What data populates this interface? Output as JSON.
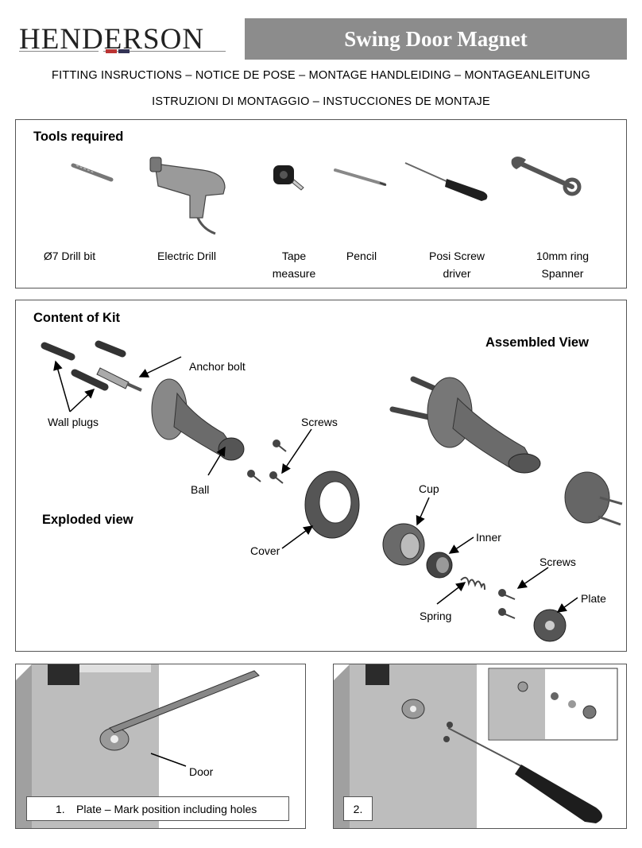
{
  "header": {
    "brand": "HENDERSON",
    "title": "Swing Door Magnet",
    "subtitle_line1": "FITTING INSRUCTIONS – NOTICE DE POSE – MONTAGE HANDLEIDING – MONTAGEANLEITUNG",
    "subtitle_line2": "ISTRUZIONI DI MONTAGGIO – INSTUCCIONES DE MONTAJE"
  },
  "tools": {
    "heading": "Tools required",
    "items": [
      {
        "label": "Ø7 Drill bit",
        "icon": "drill-bit-icon"
      },
      {
        "label": "Electric Drill",
        "icon": "electric-drill-icon"
      },
      {
        "label": "Tape measure",
        "icon": "tape-measure-icon"
      },
      {
        "label": "Pencil",
        "icon": "pencil-icon"
      },
      {
        "label": "Posi Screw driver",
        "icon": "screwdriver-icon"
      },
      {
        "label": "10mm ring Spanner",
        "icon": "spanner-icon"
      }
    ],
    "label_lines": {
      "tape1": "Tape",
      "tape2": "measure",
      "posi1": "Posi Screw",
      "posi2": "driver",
      "span1": "10mm ring",
      "span2": "Spanner"
    }
  },
  "kit": {
    "heading": "Content of Kit",
    "assembled_view": "Assembled View",
    "exploded_view": "Exploded view",
    "callouts": {
      "anchor_bolt": "Anchor bolt",
      "wall_plugs": "Wall plugs",
      "screws_top": "Screws",
      "ball": "Ball",
      "cup": "Cup",
      "inner": "Inner",
      "cover": "Cover",
      "screws_bottom": "Screws",
      "plate": "Plate",
      "spring": "Spring"
    }
  },
  "steps": [
    {
      "number": "1.",
      "caption": "Plate – Mark position including holes",
      "callout": "Door"
    },
    {
      "number": "2.",
      "caption": ""
    }
  ]
}
